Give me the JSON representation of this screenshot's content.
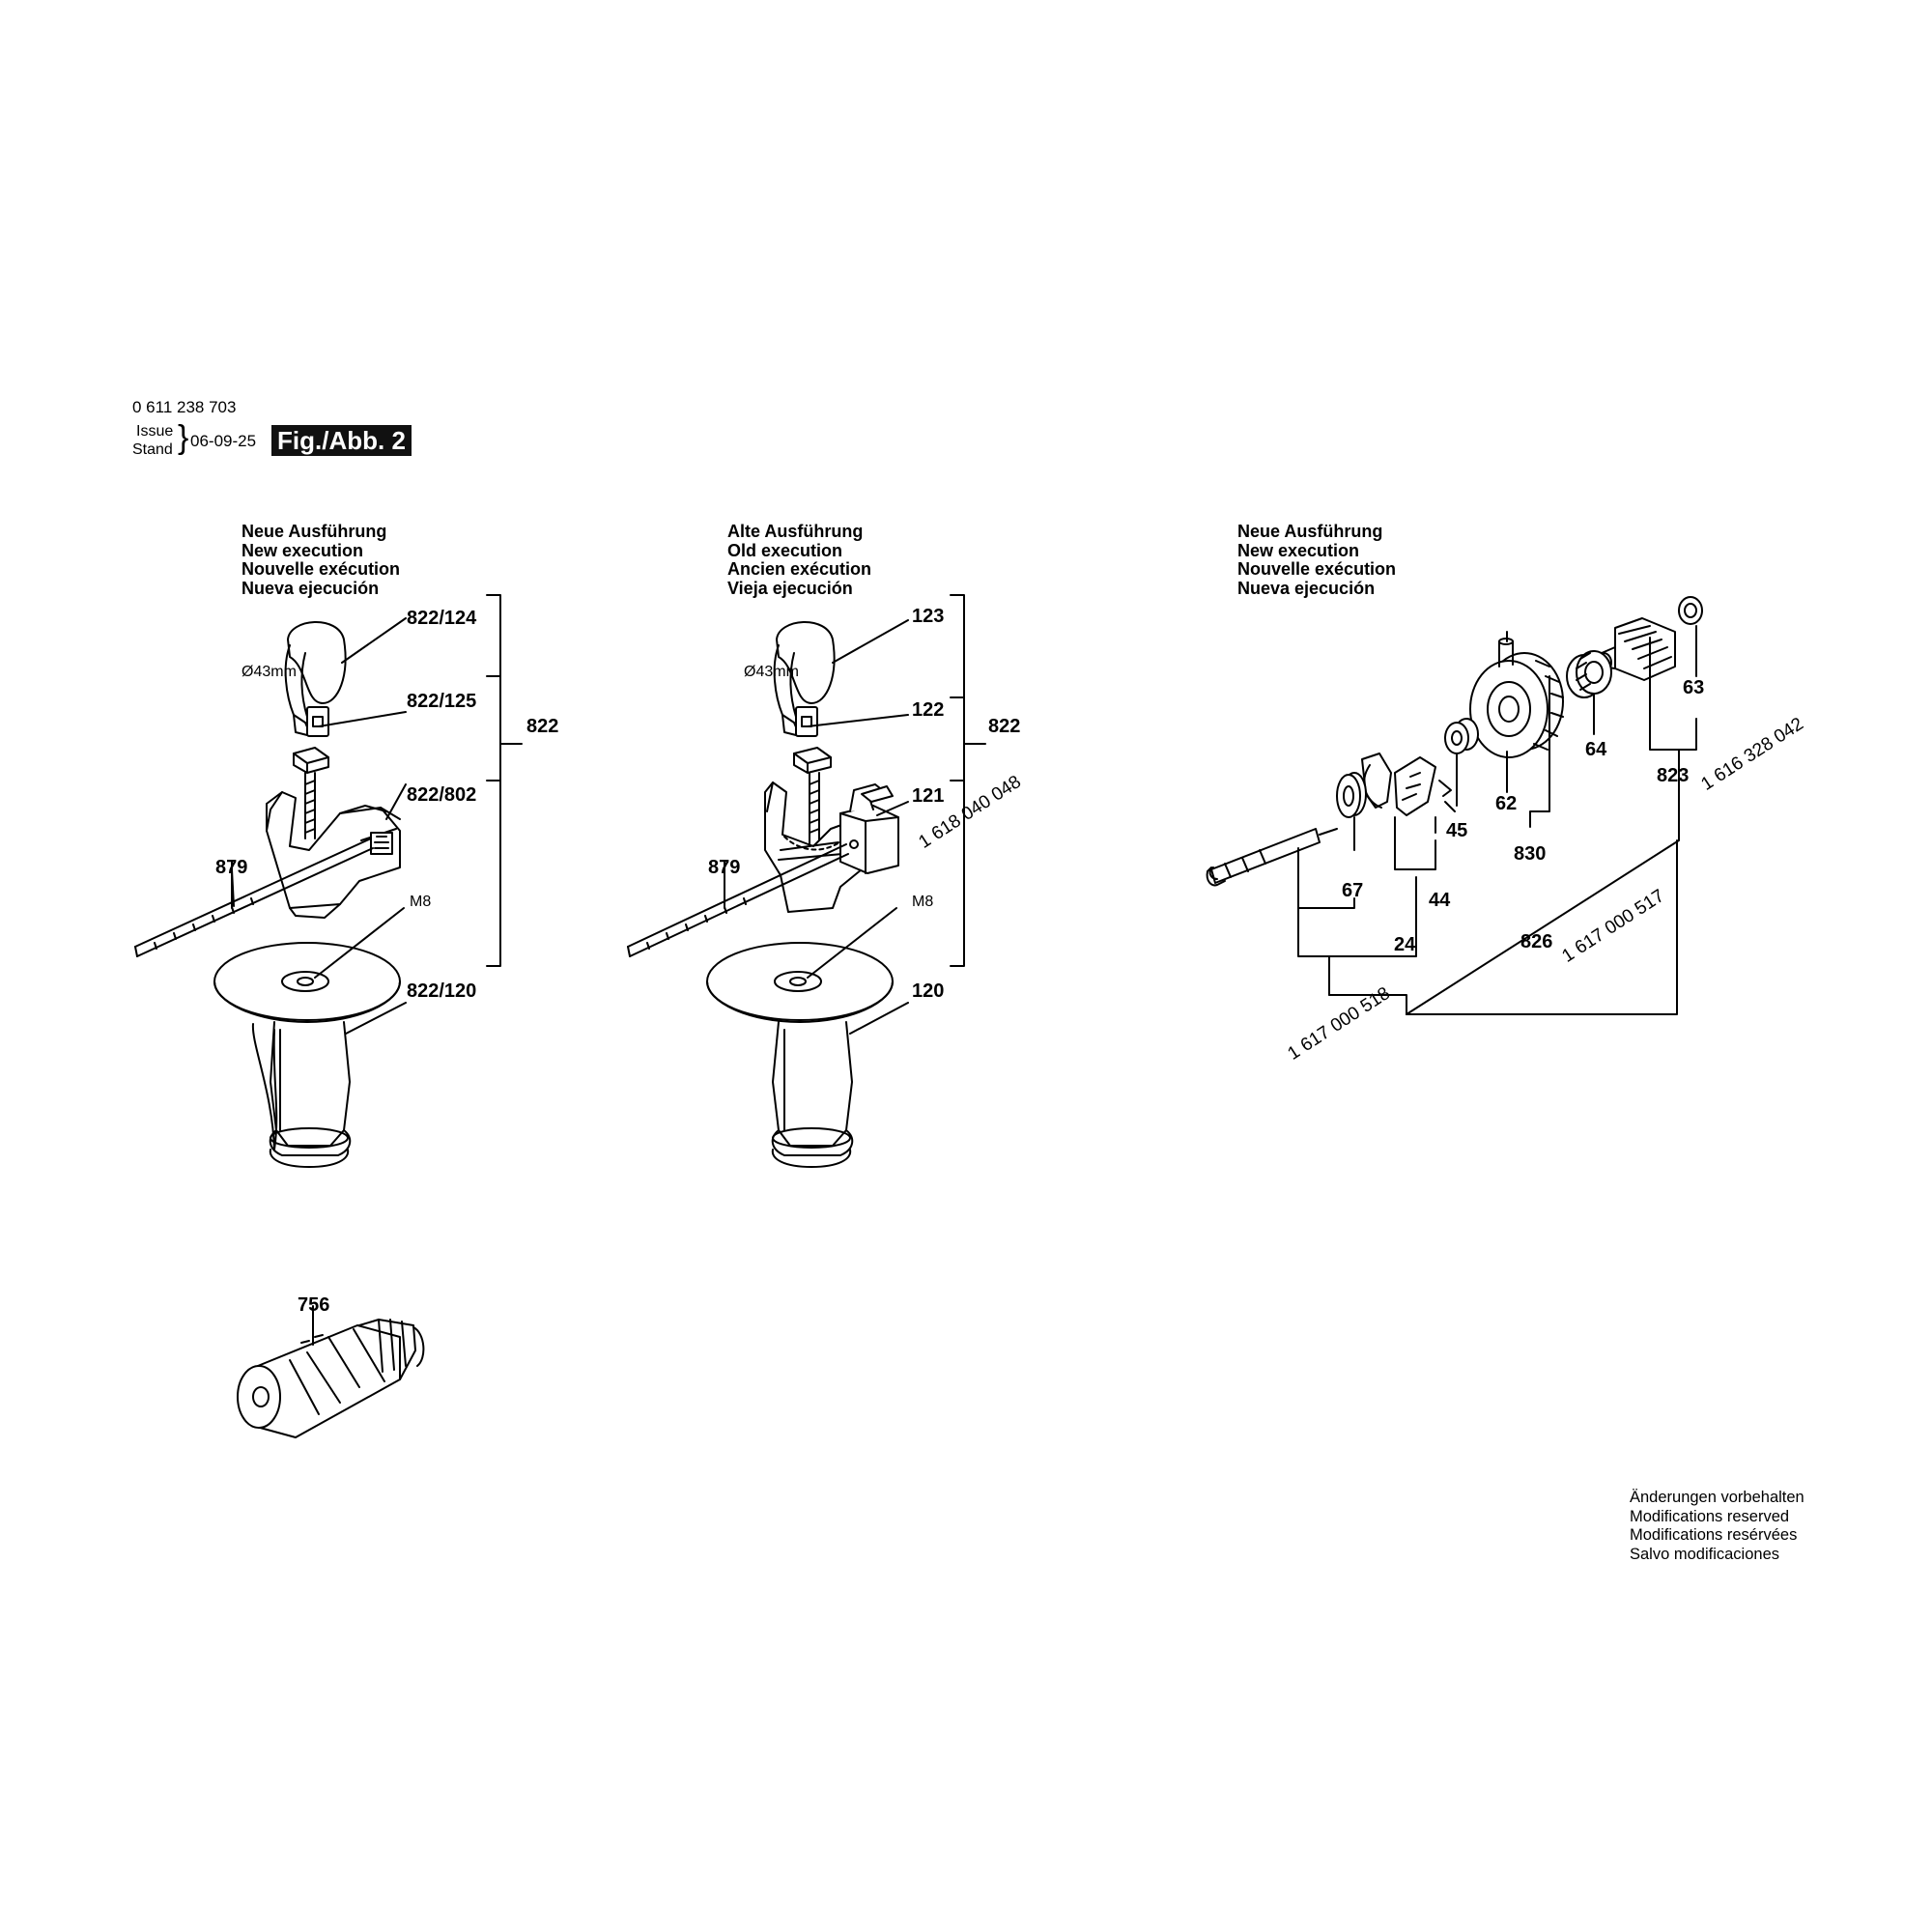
{
  "header": {
    "part_number": "0 611 238 703",
    "issue_label": "Issue",
    "stand_label": "Stand",
    "brace": "}",
    "date": "06-09-25",
    "figure": "Fig./Abb. 2"
  },
  "sections": {
    "left": {
      "line1": "Neue Ausführung",
      "line2": "New execution",
      "line3": "Nouvelle exécution",
      "line4": "Nueva ejecución"
    },
    "middle": {
      "line1": "Alte Ausführung",
      "line2": "Old execution",
      "line3": "Ancien exécution",
      "line4": "Vieja ejecución"
    },
    "right": {
      "line1": "Neue Ausführung",
      "line2": "New execution",
      "line3": "Nouvelle exécution",
      "line4": "Nueva ejecución"
    }
  },
  "left_assembly": {
    "p124": "822/124",
    "p125": "822/125",
    "p802": "822/802",
    "p120": "822/120",
    "group": "822",
    "rod": "879",
    "dia": "Ø43mm",
    "thread": "M8"
  },
  "middle_assembly": {
    "p123": "123",
    "p122": "122",
    "p121": "121",
    "p120": "120",
    "group": "822",
    "rod": "879",
    "dia": "Ø43mm",
    "thread": "M8",
    "code": "1 618 040 048"
  },
  "right_assembly": {
    "p63": "63",
    "p64": "64",
    "p62": "62",
    "p45": "45",
    "p830": "830",
    "p67": "67",
    "p44": "44",
    "p823": "823",
    "p24": "24",
    "p826": "826",
    "code823": "1 616 328 042",
    "code826": "1 617 000 517",
    "code24": "1 617 000 518"
  },
  "chuck": {
    "label": "756"
  },
  "footer": {
    "line1": "Änderungen vorbehalten",
    "line2": "Modifications reserved",
    "line3": "Modifications resérvées",
    "line4": "Salvo modificaciones"
  }
}
